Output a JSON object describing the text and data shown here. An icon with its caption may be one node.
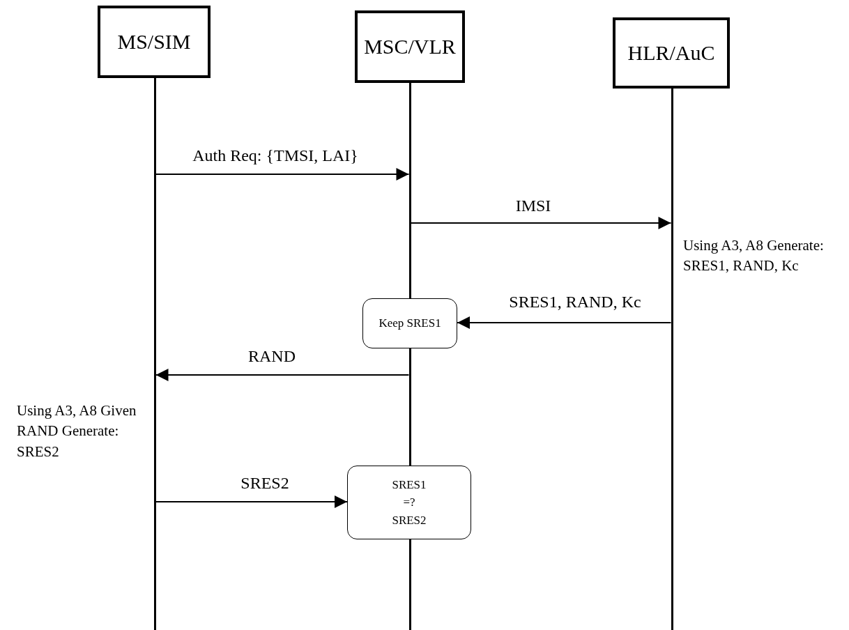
{
  "diagram": {
    "nodes": [
      {
        "text": [
          "MS/SIM"
        ]
      },
      {
        "text": [
          "MSC/VLR"
        ]
      },
      {
        "text": [
          "HLR/AuC"
        ]
      },
      {
        "text": [
          "Keep SRES1"
        ]
      },
      {
        "text": [
          "SRES1 =? SRES2"
        ]
      },
      {
        "text": [],
        "shape": "bar"
      },
      {
        "text": [],
        "shape": "bar"
      },
      {
        "text": [],
        "shape": "bar"
      },
      {
        "text": [],
        "shape": "bar"
      },
      {
        "text": [],
        "shape": "bar"
      }
    ],
    "edges": [
      {
        "from": 5,
        "to": 6,
        "arrow": "to",
        "label": "Auth Req: {TMSI, LAI}"
      },
      {
        "from": 6,
        "to": 9,
        "arrow": "to",
        "label": "IMSI"
      },
      {
        "from": 9,
        "to": 3,
        "arrow": "to",
        "label": "SRES1, RAND, Kc"
      },
      {
        "from": 7,
        "to": 5,
        "arrow": "to",
        "label": "RAND"
      },
      {
        "from": 5,
        "to": 4,
        "arrow": "to",
        "label": "SRES2"
      }
    ],
    "labels": [
      "Using A3, A8 Generate: SRES1, RAND, Kc",
      "Using A3, A8 Given RAND Generate: SRES2"
    ]
  }
}
